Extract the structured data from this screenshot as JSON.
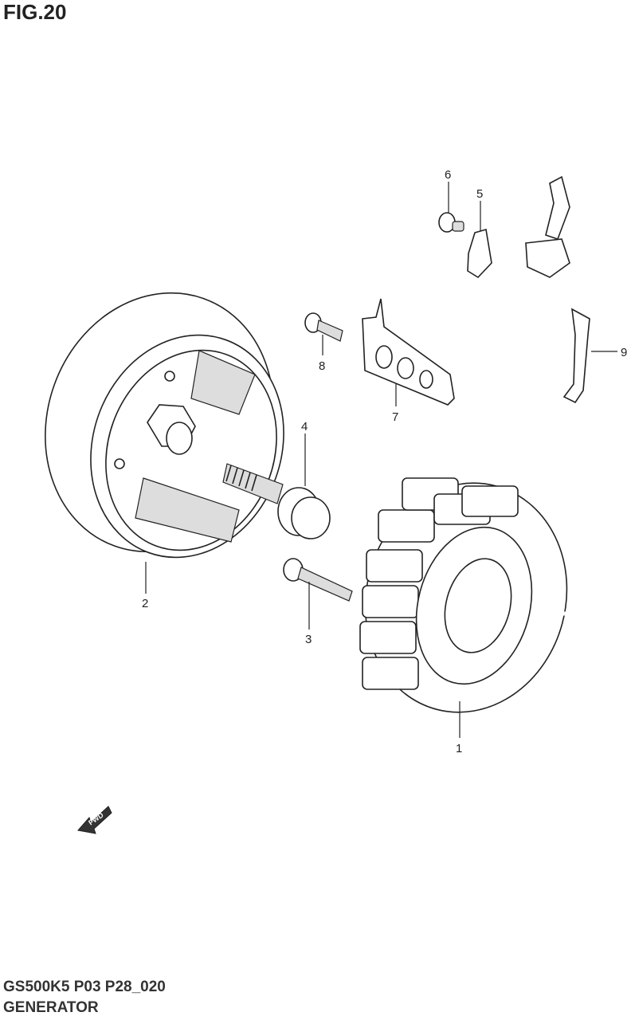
{
  "header": {
    "figure": "FIG.20"
  },
  "footer": {
    "code": "GS500K5 P03 P28_020",
    "title": "GENERATOR"
  },
  "fwd_badge": "FWD",
  "callouts": [
    "1",
    "2",
    "3",
    "4",
    "5",
    "6",
    "7",
    "8",
    "9"
  ]
}
